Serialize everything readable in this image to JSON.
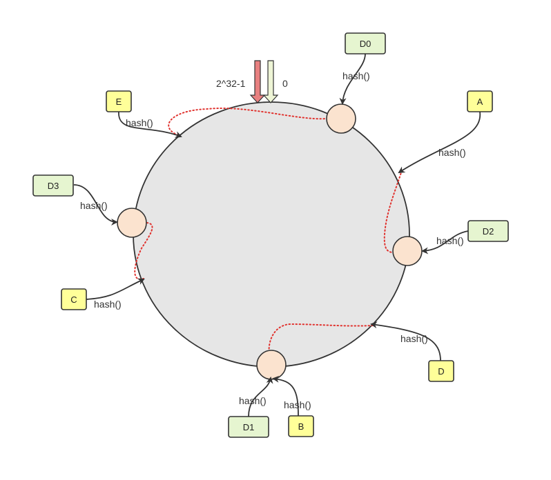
{
  "labels": {
    "max_hash": "2^32-1",
    "zero": "0",
    "hash_fn": "hash()"
  },
  "servers": {
    "A": "A",
    "B": "B",
    "C": "C",
    "D": "D",
    "E": "E"
  },
  "data_items": {
    "D0": "D0",
    "D1": "D1",
    "D2": "D2",
    "D3": "D3"
  },
  "colors": {
    "ring_fill": "#e6e6e6",
    "node_fill": "#fbe3cf",
    "server_box_fill": "#ffff99",
    "data_box_fill": "#e6f5d0",
    "dotted_path": "#e0322e",
    "arrow_max": "#e88080",
    "arrow_zero": "#eef5d6"
  }
}
